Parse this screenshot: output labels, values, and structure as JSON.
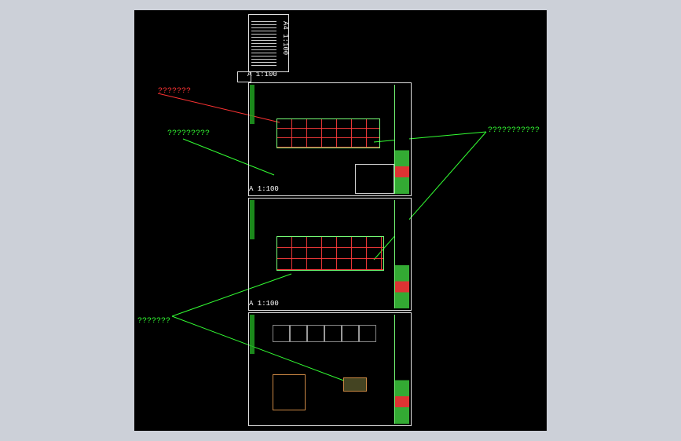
{
  "window": {
    "background": "#ccd0d8"
  },
  "drawing": {
    "background": "#000000",
    "cover_sheet": {
      "label": "A4  1:100",
      "scale_box_label": "A  1:100"
    },
    "sheets": [
      {
        "label": "A  1:100"
      },
      {
        "label": "A  1:100"
      },
      {
        "label": ""
      }
    ],
    "callouts": [
      {
        "text": "???????",
        "color": "#ff3333"
      },
      {
        "text": "?????????",
        "color": "#33ff33"
      },
      {
        "text": "???????????",
        "color": "#33ff33"
      },
      {
        "text": "???????",
        "color": "#33ff33"
      }
    ]
  }
}
